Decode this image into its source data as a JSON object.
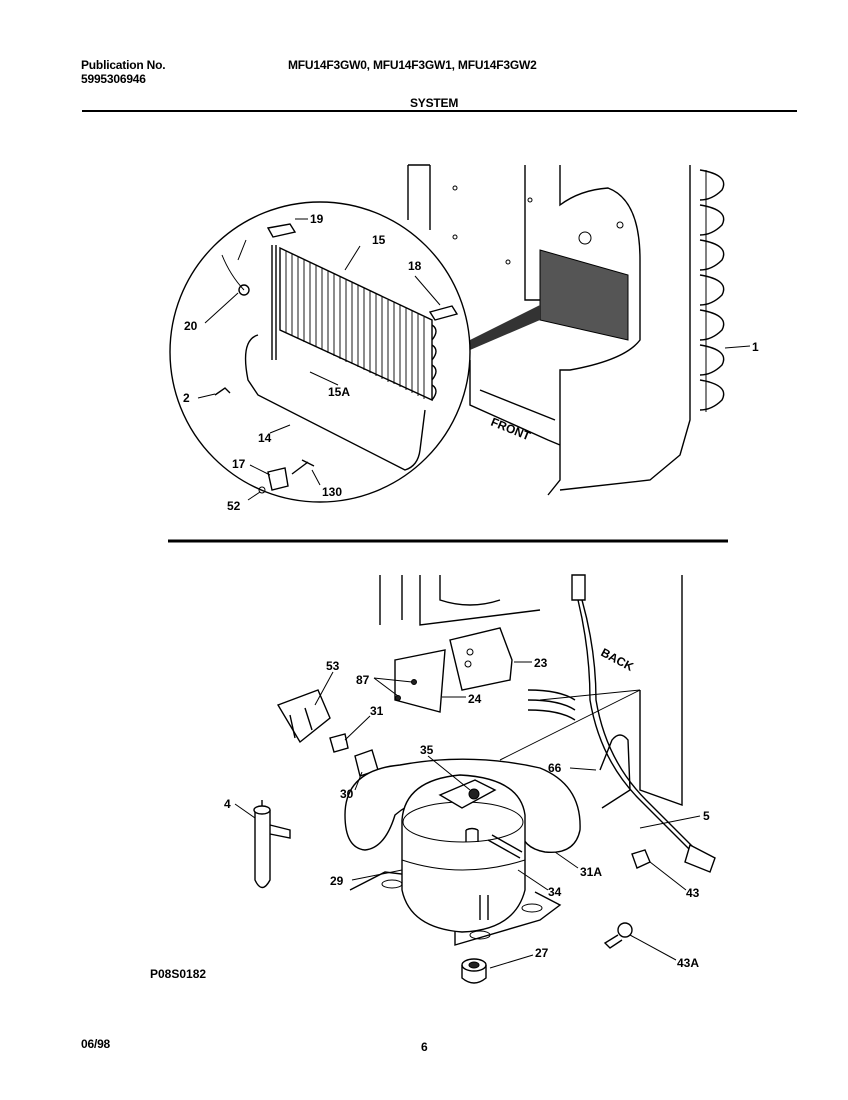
{
  "header": {
    "publication_label": "Publication No.",
    "publication_number": "5995306946",
    "models": "MFU14F3GW0, MFU14F3GW1, MFU14F3GW2",
    "section_title": "SYSTEM"
  },
  "top_diagram": {
    "orientation_label": "FRONT",
    "callouts": [
      "19",
      "15",
      "18",
      "20",
      "15A",
      "1",
      "2",
      "14",
      "17",
      "130",
      "52"
    ]
  },
  "bottom_diagram": {
    "orientation_label": "BACK",
    "callouts": [
      "53",
      "23",
      "87",
      "24",
      "31",
      "35",
      "66",
      "4",
      "30",
      "5",
      "29",
      "31A",
      "34",
      "43",
      "27",
      "43A"
    ]
  },
  "figure_code": "P08S0182",
  "footer": {
    "date": "06/98",
    "page": "6"
  }
}
